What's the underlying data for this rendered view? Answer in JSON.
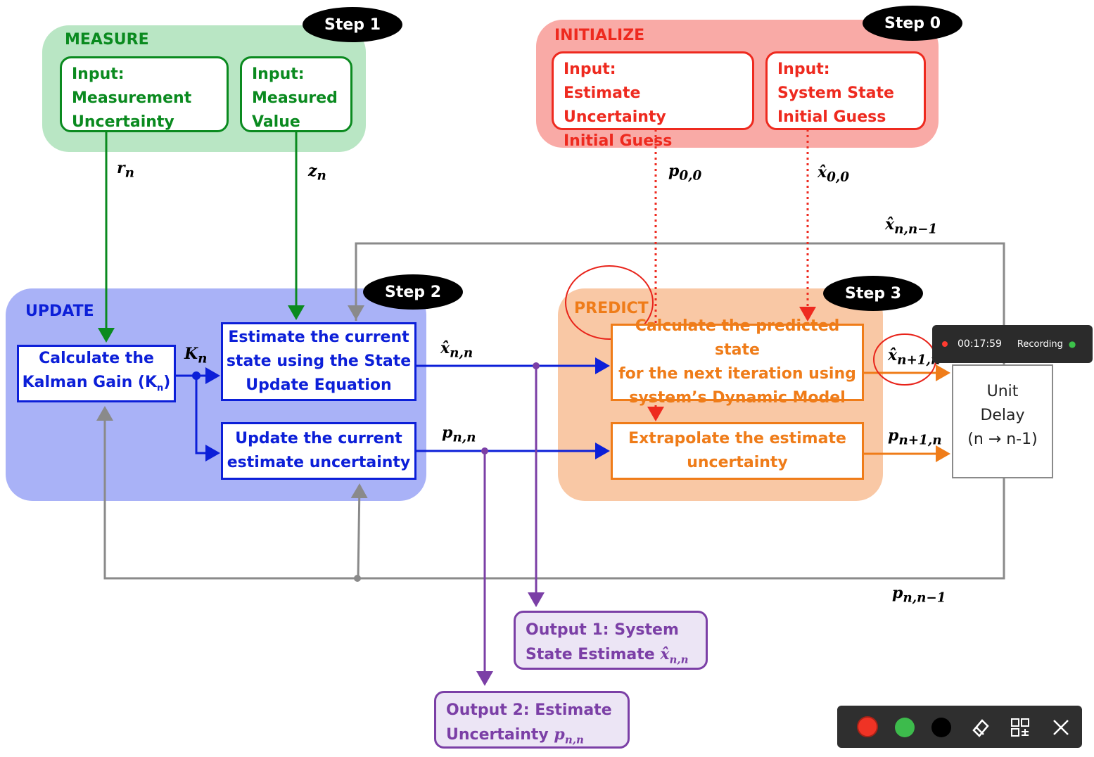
{
  "measure": {
    "title": "MEASURE",
    "step": "Step 1",
    "input1": [
      "Input:",
      "Measurement",
      "Uncertainty"
    ],
    "input2": [
      "Input:",
      "Measured",
      "Value"
    ]
  },
  "initialize": {
    "title": "INITIALIZE",
    "step": "Step 0",
    "input1": [
      "Input:",
      "Estimate Uncertainty",
      "Initial Guess"
    ],
    "input2": [
      "Input:",
      "System State",
      "Initial Guess"
    ]
  },
  "update": {
    "title": "UPDATE",
    "step": "Step 2",
    "kalman_gain": [
      "Calculate the",
      "Kalman Gain (K",
      "n",
      ")"
    ],
    "estimate_state": [
      "Estimate the current",
      "state using the State",
      "Update Equation"
    ],
    "update_uncertainty": [
      "Update the current",
      "estimate uncertainty"
    ]
  },
  "predict": {
    "title": "PREDICT",
    "step": "Step 3",
    "predicted_state": [
      "Calculate the predicted state",
      "for the next iteration using",
      "system’s Dynamic Model"
    ],
    "extrapolate": [
      "Extrapolate the estimate",
      "uncertainty"
    ]
  },
  "unit_delay": [
    "Unit",
    "Delay",
    "(n → n-1)"
  ],
  "outputs": {
    "output1": [
      "Output 1: System",
      "State Estimate "
    ],
    "output1_symbol": "x̂",
    "output1_sub": "n,n",
    "output2": [
      "Output 2: Estimate",
      "Uncertainty "
    ],
    "output2_symbol": "p",
    "output2_sub": "n,n"
  },
  "variables": {
    "r_n": {
      "sym": "r",
      "sub": "n"
    },
    "z_n": {
      "sym": "z",
      "sub": "n"
    },
    "p00": {
      "sym": "p",
      "sub": "0,0"
    },
    "x00": {
      "sym": "x̂",
      "sub": "0,0"
    },
    "K_n": {
      "sym": "K",
      "sub": "n"
    },
    "x_nn": {
      "sym": "x̂",
      "sub": "n,n"
    },
    "p_nn": {
      "sym": "p",
      "sub": "n,n"
    },
    "x_n1n": {
      "sym": "x̂",
      "sub": "n+1,n"
    },
    "p_n1n": {
      "sym": "p",
      "sub": "n+1,n"
    },
    "x_nn1": {
      "sym": "x̂",
      "sub": "n,n−1"
    },
    "p_nn1": {
      "sym": "p",
      "sub": "n,n−1"
    }
  },
  "recording": {
    "time": "00:17:59",
    "label": "Recording"
  },
  "colors": {
    "measure_bg": "#b9e6c4",
    "initialize_bg": "#f9aaa6",
    "update_bg": "#a9b2f7",
    "predict_bg": "#f9c8a5",
    "green": "#0a8a1f",
    "red": "#ee2a1f",
    "blue": "#0c1fd8",
    "orange": "#ef7c19",
    "purple": "#7b3fa6",
    "gray": "#8a8a8a"
  }
}
